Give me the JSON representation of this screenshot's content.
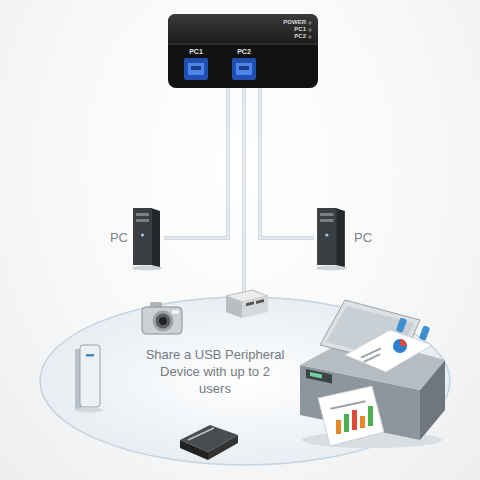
{
  "diagram": {
    "nodes": [
      {
        "text": [
          "PC1",
          "PC2",
          "POWER",
          "PC1",
          "PC2"
        ]
      },
      {
        "text": [
          "PC"
        ]
      },
      {
        "text": [
          "PC"
        ]
      },
      {
        "text": [
          "Share a USB Peripheral Device with up to 2 users"
        ]
      }
    ],
    "edges": [
      {
        "from": 0,
        "to": 1,
        "arrow": "none"
      },
      {
        "from": 0,
        "to": 2,
        "arrow": "none"
      },
      {
        "from": 0,
        "to": 3,
        "arrow": "none"
      }
    ]
  }
}
